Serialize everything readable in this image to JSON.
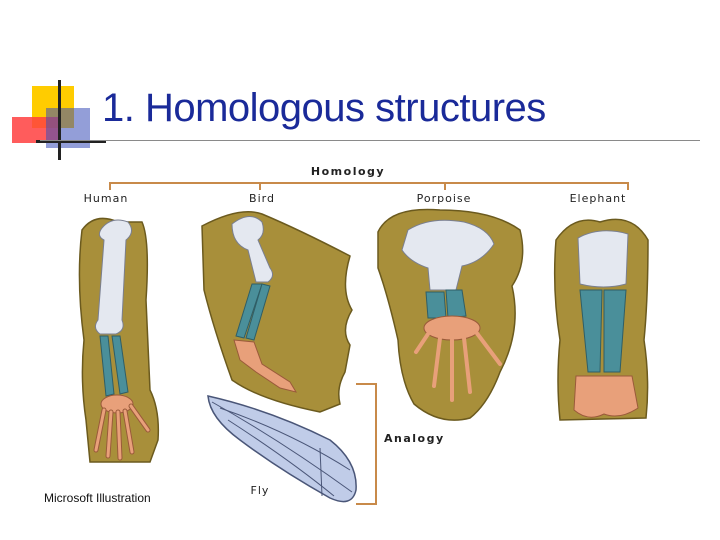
{
  "slide": {
    "title": "1. Homologous structures"
  },
  "figure": {
    "bracket_label": "Homology",
    "analogy_label": "Analogy",
    "limbs": [
      {
        "label": "Human"
      },
      {
        "label": "Bird"
      },
      {
        "label": "Porpoise"
      },
      {
        "label": "Elephant"
      }
    ],
    "fly_label": "Fly",
    "credit": "Microsoft Illustration"
  },
  "colors": {
    "title": "#1a2a99",
    "skin": "#a88f3a",
    "humerus": "#e4e8f0",
    "radius_ulna": "#4a8f9a",
    "carpals": "#e8a07a",
    "wing": "#c0cce8",
    "bracket": "#c88a4a",
    "accent_yellow": "#ffcc00",
    "accent_red": "#ff3b3b",
    "accent_blue": "#3344aa"
  }
}
